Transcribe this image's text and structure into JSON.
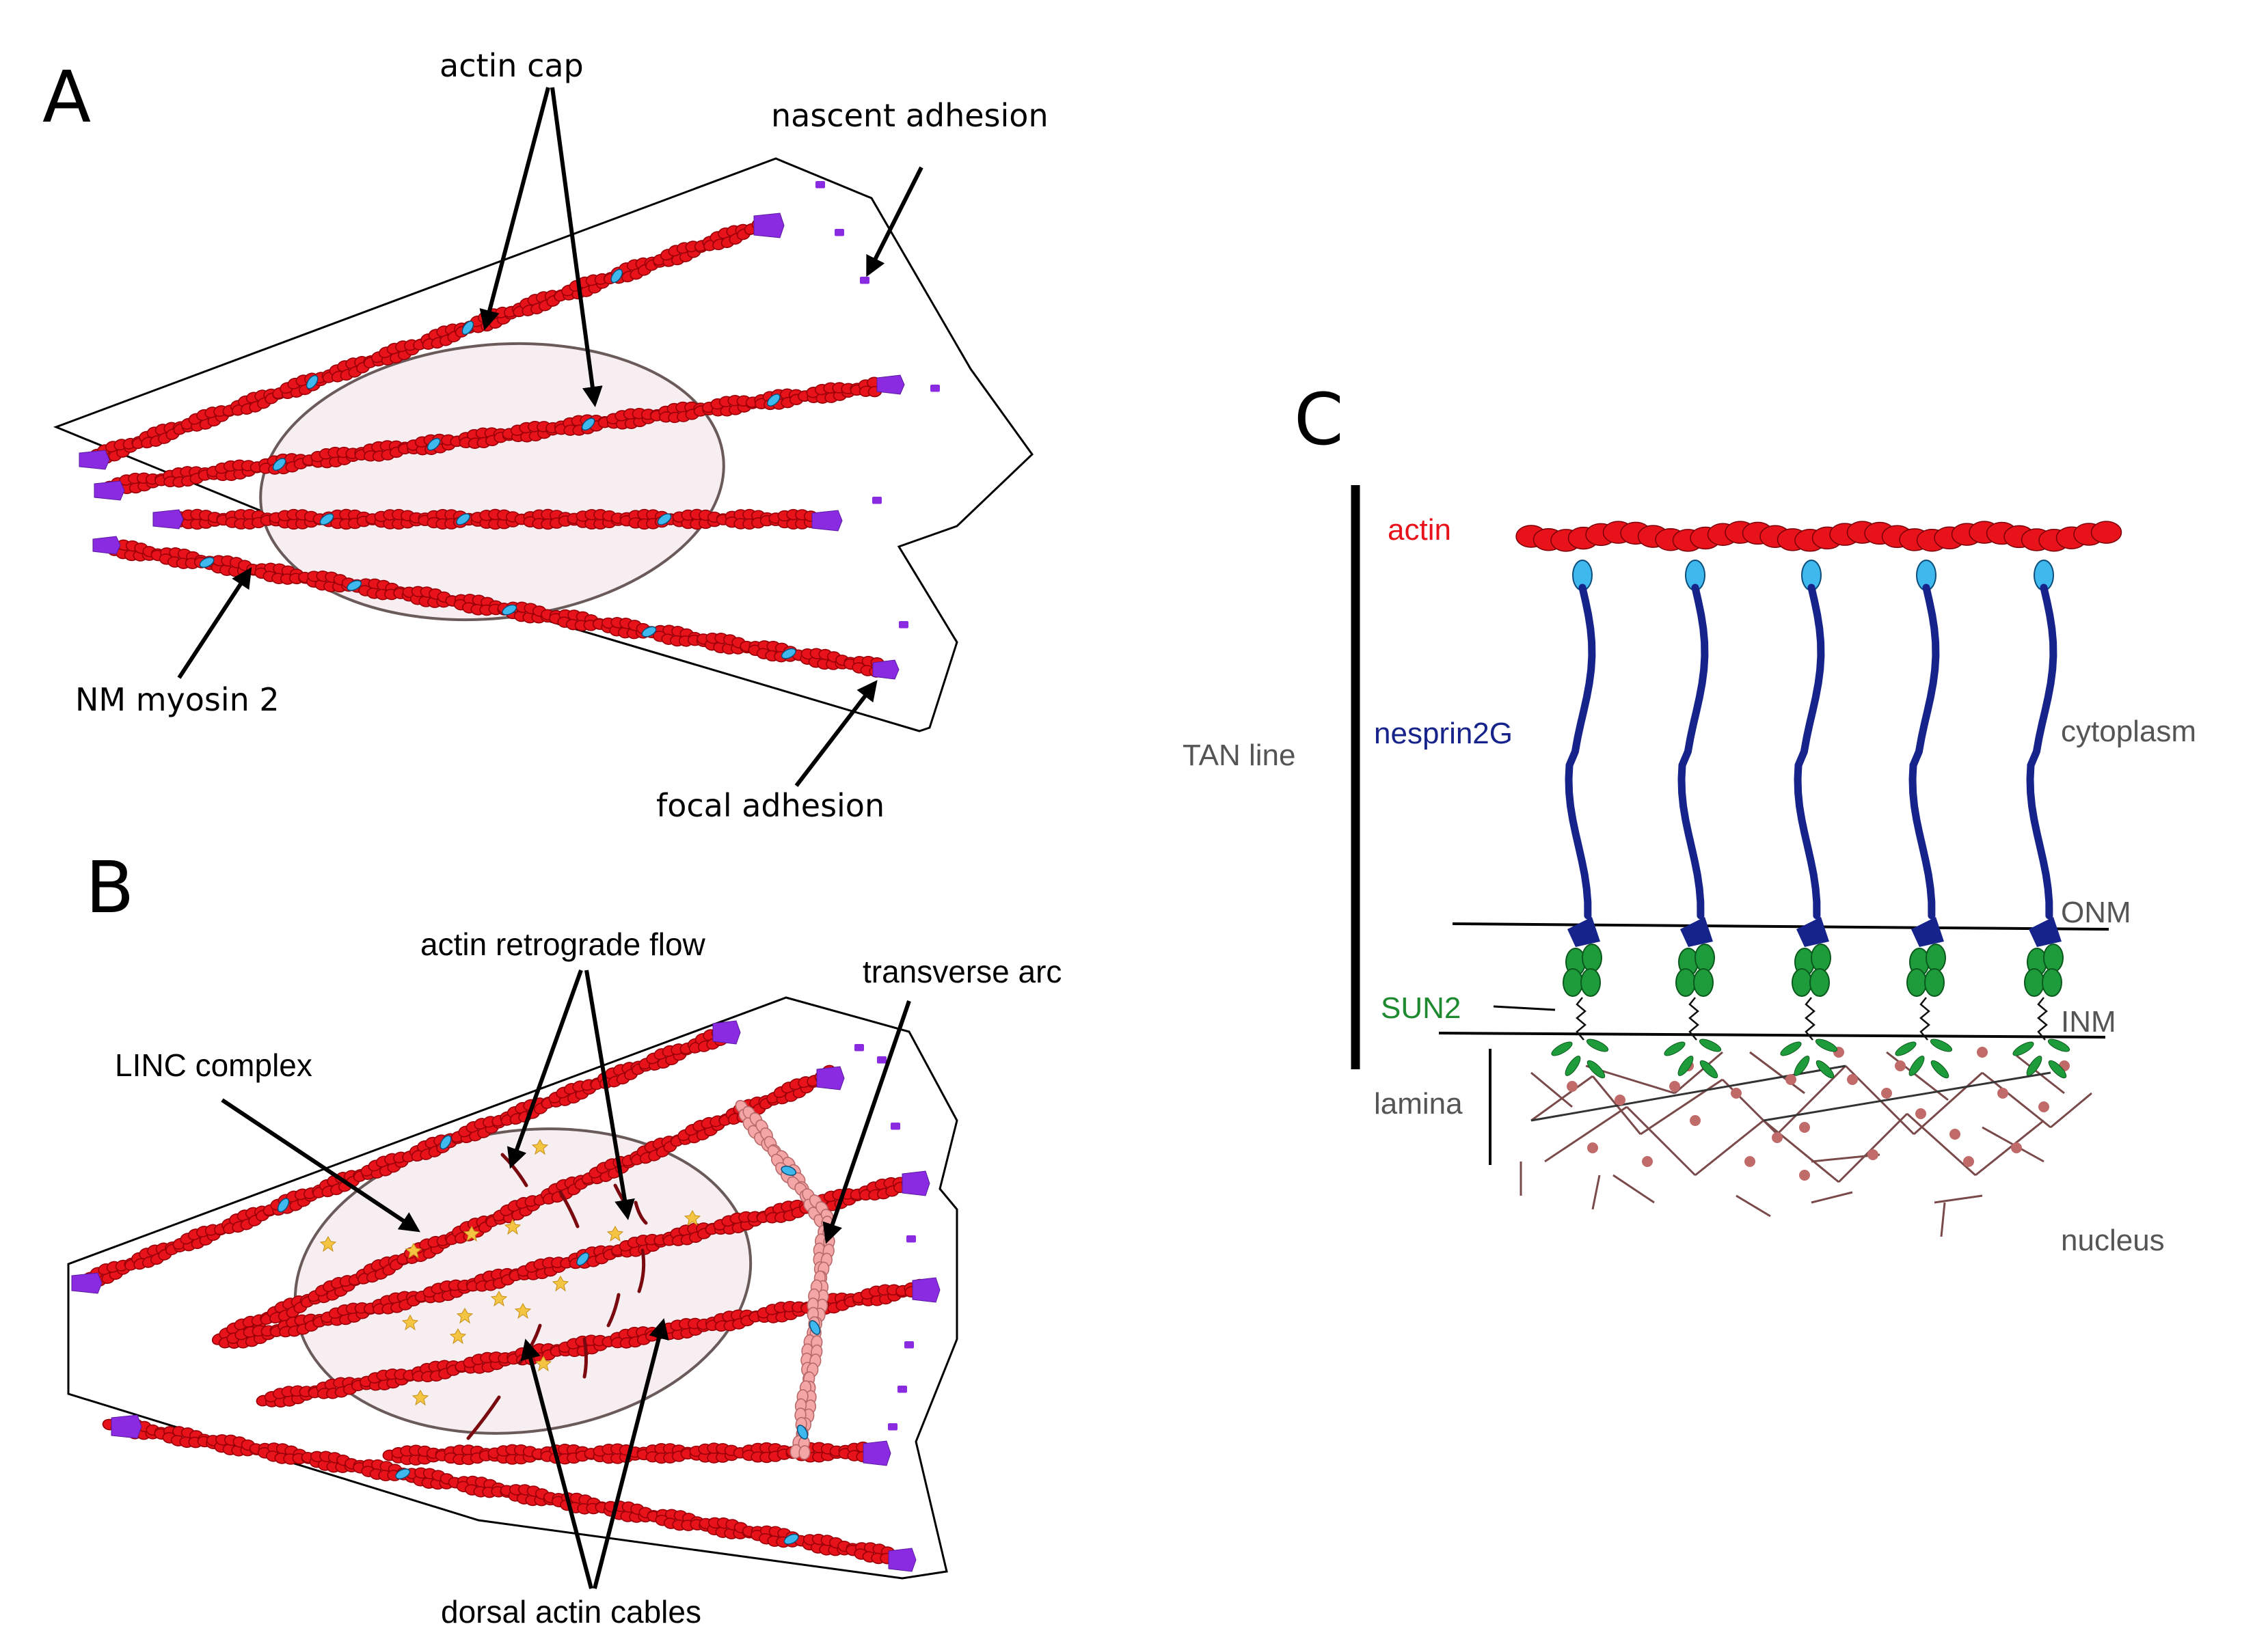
{
  "panels": {
    "A": {
      "letter": "A",
      "labels": {
        "actin_cap": "actin cap",
        "nascent_adhesion": "nascent adhesion",
        "nm_myosin": "NM myosin 2",
        "focal_adhesion": "focal adhesion"
      }
    },
    "B": {
      "letter": "B",
      "labels": {
        "retrograde_flow": "actin retrograde flow",
        "transverse_arc": "transverse arc",
        "linc_complex": "LINC complex",
        "dorsal_cables": "dorsal actin cables"
      }
    },
    "C": {
      "letter": "C",
      "labels": {
        "actin": "actin",
        "tan_line": "TAN line",
        "nesprin": "nesprin2G",
        "cytoplasm": "cytoplasm",
        "onm": "ONM",
        "sun2": "SUN2",
        "inm": "INM",
        "lamina": "lamina",
        "nucleus": "nucleus"
      }
    }
  },
  "colors": {
    "actin": "#e8121a",
    "actin_dark": "#9a0008",
    "myosin": "#3fb8ee",
    "adhesion": "#8a2be2",
    "nesprin": "#15238a",
    "sun2": "#1e9b3a",
    "lamina": "#7a4a4a",
    "lamina_dot": "#c06a6a",
    "arc": "#f4a5a5",
    "linc": "#f4c542",
    "label_actin": "#e8121a",
    "label_nesprin": "#15238a",
    "label_sun2": "#1e8a30",
    "label_grey": "#555555"
  }
}
